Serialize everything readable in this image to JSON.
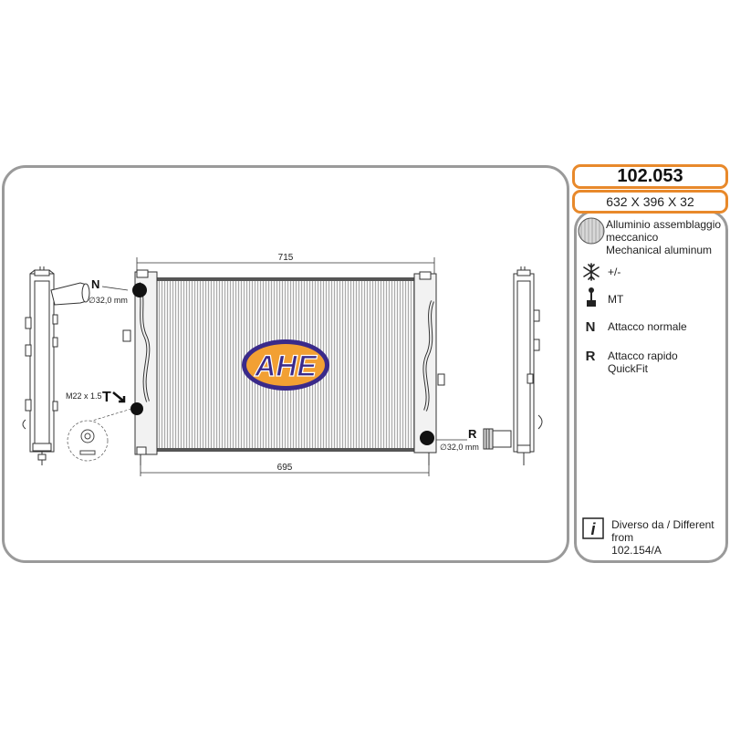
{
  "product": {
    "code": "102.053",
    "dimensions": "632 X 396 X 32"
  },
  "drawing": {
    "top_dimension": "715",
    "bottom_dimension": "695",
    "inlet_letter": "N",
    "inlet_diameter": "∅32,0 mm",
    "outlet_letter": "R",
    "outlet_diameter": "∅32,0 mm",
    "thread_letter": "T",
    "thread_label": "M22 x 1.5",
    "brand": "AHE"
  },
  "features": {
    "material": "Alluminio assemblaggio meccanico Mechanical aluminum",
    "material_lines": [
      "Alluminio assemblaggio",
      "meccanico",
      "Mechanical aluminum"
    ],
    "ac": "+/-",
    "gearbox": "MT",
    "n_letter": "N",
    "n_text": "Attacco normale",
    "r_letter": "R",
    "r_lines": [
      "Attacco rapido",
      "QuickFit"
    ],
    "info_lines": [
      "Diverso da / Different from",
      "102.154/A"
    ]
  },
  "colors": {
    "accent": "#e8892b",
    "border": "#9a9a9a",
    "brand_purple": "#3a2a8a",
    "brand_orange": "#f2a033"
  },
  "icons": [
    "aluminum-texture-icon",
    "snowflake-icon",
    "gear-shift-icon",
    "info-icon"
  ]
}
